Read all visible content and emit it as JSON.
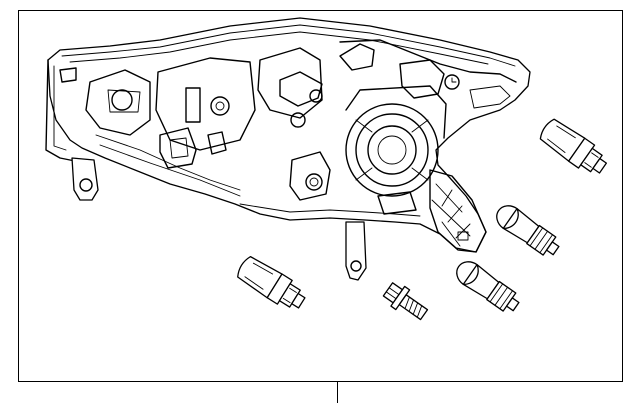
{
  "diagram": {
    "type": "exploded-parts-illustration",
    "subject": "headlamp-assembly",
    "colors": {
      "line": "#000000",
      "background": "#ffffff"
    },
    "parts": [
      {
        "name": "headlamp-housing",
        "icon": "headlamp-housing-icon"
      },
      {
        "name": "bulb-wedge-left",
        "icon": "wedge-bulb-icon"
      },
      {
        "name": "bolt",
        "icon": "bolt-icon"
      },
      {
        "name": "bulb-round-lower",
        "icon": "round-bulb-icon"
      },
      {
        "name": "bulb-round-middle",
        "icon": "round-bulb-icon"
      },
      {
        "name": "bulb-wedge-right",
        "icon": "wedge-bulb-icon"
      }
    ]
  }
}
